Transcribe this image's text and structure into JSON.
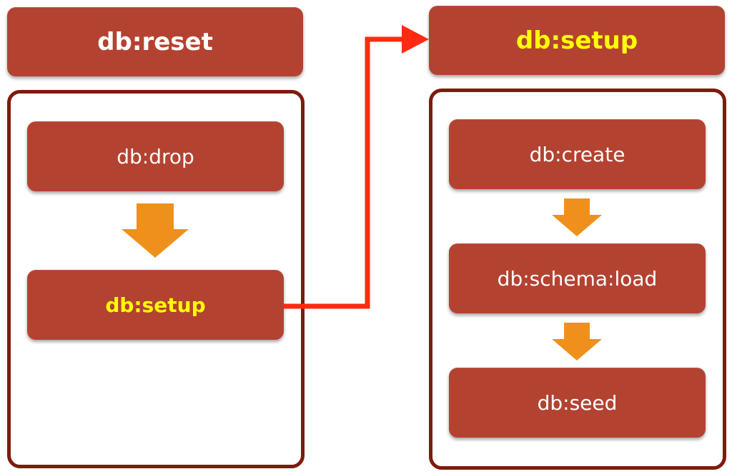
{
  "left": {
    "title": "db:reset",
    "steps": [
      "db:drop",
      "db:setup"
    ]
  },
  "right": {
    "title": "db:setup",
    "steps": [
      "db:create",
      "db:schema:load",
      "db:seed"
    ]
  },
  "colors": {
    "box_fill": "#b44231",
    "frame_border": "#7e1b0e",
    "highlight_text": "#ffff00",
    "normal_text": "#ffffff",
    "step_arrow": "#f0901c",
    "connector_arrow": "#ff2a12"
  }
}
